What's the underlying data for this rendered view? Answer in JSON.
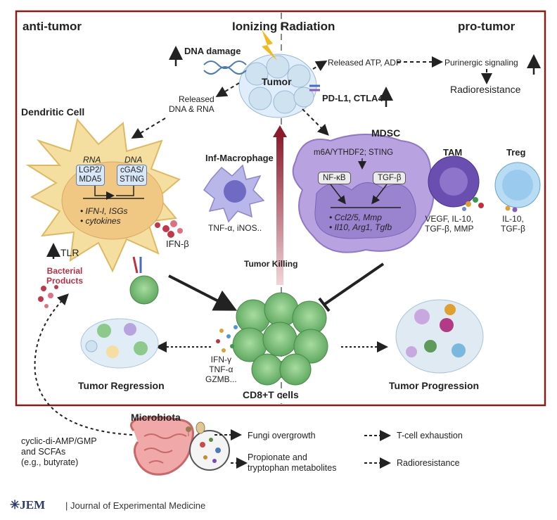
{
  "header": {
    "anti_tumor": "anti-tumor",
    "ionizing_radiation": "Ionizing Radiation",
    "pro_tumor": "pro-tumor"
  },
  "center": {
    "dna_damage": "DNA damage",
    "tumor": "Tumor",
    "released_dna_rna": [
      "Released",
      "DNA & RNA"
    ],
    "released_atp": "Released ATP, ADP",
    "purinergic": "Purinergic signaling",
    "radioresistance_top": "Radioresistance",
    "pdl1": "PD-L1, CTLA4",
    "tumor_killing": "Tumor Killing"
  },
  "dendritic": {
    "title": "Dendritic Cell",
    "rna": "RNA",
    "dna": "DNA",
    "lgp2": [
      "LGP2/",
      "MDA5"
    ],
    "cgas": [
      "cGAS/",
      "STING"
    ],
    "bullets": [
      "IFN-I, ISGs",
      "cytokines"
    ],
    "ifnb": "IFN-β",
    "tlr": "TLR",
    "bacterial": [
      "Bacterial",
      "Products"
    ]
  },
  "macrophage": {
    "title": "Inf-Macrophage",
    "products": "TNF-α, iNOS.."
  },
  "mdsc": {
    "title": "MDSC",
    "m6a": "m6A/YTHDF2; STING",
    "nfkb": "NF-κB",
    "tgfb": "TGF-β",
    "bullets": [
      "Ccl2/5, Mmp",
      "Il10, Arg1, Tgfb"
    ]
  },
  "tam": {
    "title": "TAM",
    "products": [
      "VEGF, IL-10,",
      "TGF-β, MMP"
    ]
  },
  "treg": {
    "title": "Treg",
    "products": [
      "IL-10,",
      "TGF-β"
    ]
  },
  "cd8": {
    "label": "CD8+T cells",
    "cytokines": [
      "IFN-γ",
      "TNF-α",
      "GZMB..."
    ]
  },
  "outcomes": {
    "regression": "Tumor Regression",
    "progression": "Tumor Progression"
  },
  "microbiota": {
    "title": "Microbiota",
    "left": [
      "cyclic-di-AMP/GMP",
      "and SCFAs",
      "(e.g., butyrate)"
    ],
    "fungi": "Fungi overgrowth",
    "propionate": [
      "Propionate and",
      "tryptophan metabolites"
    ],
    "exhaustion": "T-cell exhaustion",
    "radioresistance": "Radioresistance"
  },
  "footer": {
    "logo": "JEM",
    "journal": "Journal of Experimental Medicine"
  },
  "colors": {
    "frame": "#8b1a1a",
    "dc_cell": "#f5dfa0",
    "mdsc_cell": "#b8a3e0",
    "tcell": "#8cc98a",
    "tumor": "#cfe2f0",
    "red_arrow": "#9a2a3a"
  }
}
